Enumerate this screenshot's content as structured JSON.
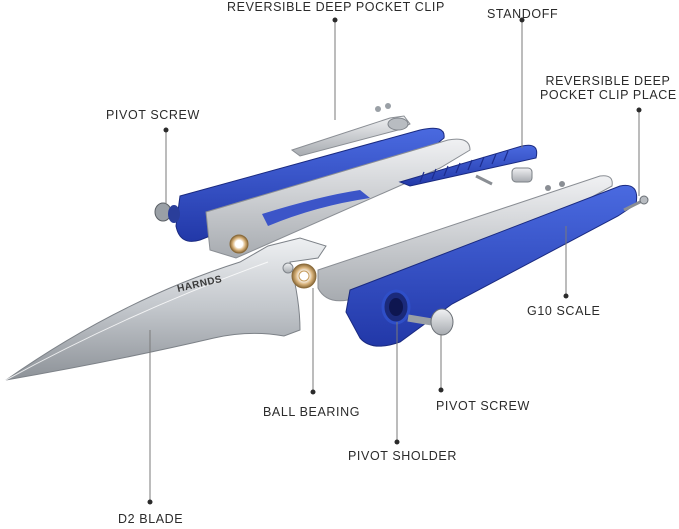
{
  "brand": "HARNDS",
  "colors": {
    "handle_blue": "#2f4fc8",
    "steel": "#c9ccd0",
    "leader_line": "#7a7a7a",
    "text": "#2b2b2b"
  },
  "labels": {
    "reversible_clip": "REVERSIBLE DEEP POCKET CLIP",
    "standoff": "STANDOFF",
    "clip_place_line1": "REVERSIBLE DEEP",
    "clip_place_line2": "POCKET CLIP PLACE",
    "pivot_screw_top": "PIVOT SCREW",
    "g10_scale": "G10 SCALE",
    "ball_bearing": "BALL BEARING",
    "pivot_screw_bottom": "PIVOT SCREW",
    "pivot_sholder": "PIVOT SHOLDER",
    "d2_blade": "D2  BLADE"
  }
}
